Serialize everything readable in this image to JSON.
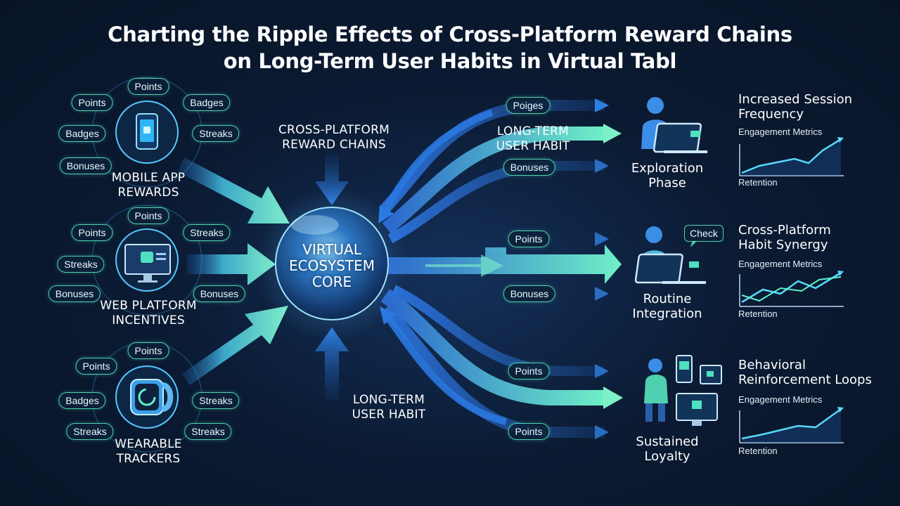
{
  "title": {
    "line1": "Charting the Ripple Effects of Cross-Platform Reward Chains",
    "line2": "on Long-Term User Habits in Virtual Tabl"
  },
  "sources": [
    {
      "label": [
        "MOBILE APP",
        "REWARDS"
      ],
      "icon": "smartphone-icon",
      "pills": [
        "Points",
        "Badges",
        "Streaks",
        "Bonuses",
        "Badges",
        "Points"
      ]
    },
    {
      "label": [
        "WEB PLATFORM",
        "INCENTIVES"
      ],
      "icon": "monitor-icon",
      "pills": [
        "Points",
        "Streaks",
        "Bonuses",
        "Bonuses",
        "Streaks",
        "Points"
      ]
    },
    {
      "label": [
        "WEARABLE",
        "TRACKERS"
      ],
      "icon": "smartwatch-icon",
      "pills": [
        "Points",
        "Streaks",
        "Streaks",
        "Streaks",
        "Badges",
        "Points"
      ]
    }
  ],
  "center": {
    "top_label": [
      "CROSS-PLATFORM",
      "REWARD CHAINS"
    ],
    "core_label": [
      "VIRTUAL",
      "ECOSYSTEM",
      "CORE"
    ],
    "bottom_label": [
      "LONG-TERM",
      "USER HABIT"
    ],
    "mid_label": [
      "LONG-TERM",
      "USER HABIT"
    ]
  },
  "flow_pills": [
    "Poiges",
    "Bonuses",
    "Points",
    "Bonuses",
    "Points",
    "Points"
  ],
  "phases": [
    {
      "name": [
        "Exploration",
        "Phase"
      ],
      "icon": "person-laptop-icon"
    },
    {
      "name": [
        "Routine",
        "Integration"
      ],
      "icon": "person-laptop-icon",
      "bubble": "Check"
    },
    {
      "name": [
        "Sustained",
        "Loyalty"
      ],
      "icon": "person-devices-icon"
    }
  ],
  "outcomes": [
    {
      "title": [
        "Increased Session",
        "Frequency"
      ],
      "metric_top": "Engagement Metrics",
      "metric_bottom": "Retention"
    },
    {
      "title": [
        "Cross-Platform",
        "Habit Synergy"
      ],
      "metric_top": "Engagement Metrics",
      "metric_bottom": "Retention"
    },
    {
      "title": [
        "Behavioral",
        "Reinforcement Loops"
      ],
      "metric_top": "Engagement Metrics",
      "metric_bottom": "Retention"
    }
  ],
  "colors": {
    "background": "#0b1b33",
    "accent_teal": "#5ee6c0",
    "accent_blue": "#2f7fe0",
    "pill_border": "#4fd3b0"
  }
}
